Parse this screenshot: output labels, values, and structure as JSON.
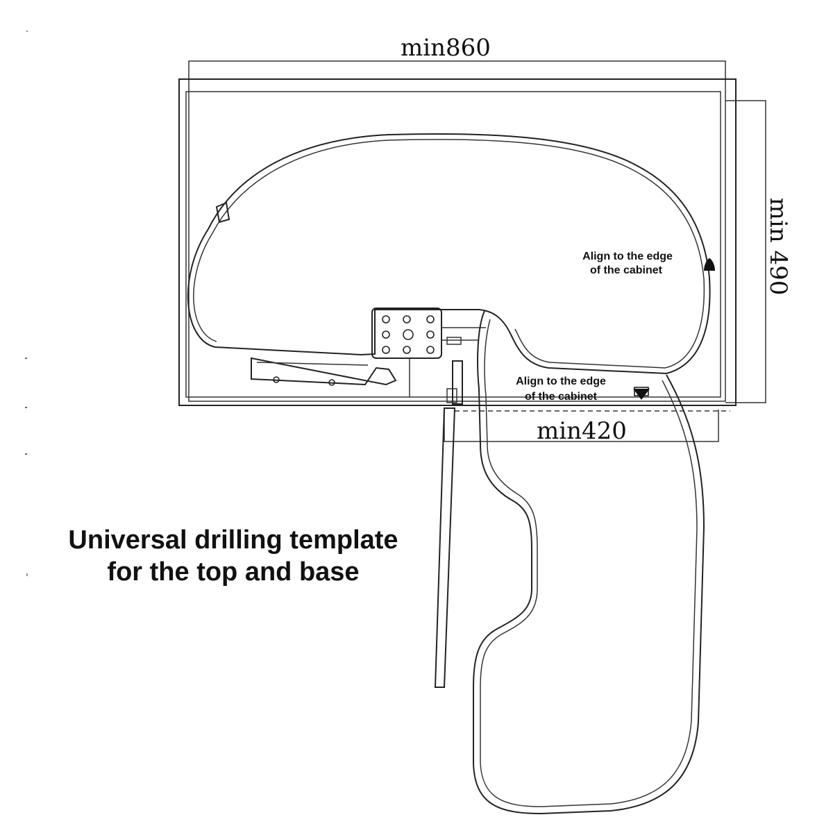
{
  "dimensions": {
    "width_label": "min860",
    "depth_label": "min 490",
    "door_label": "min420"
  },
  "annotations": {
    "align_upper_line1": "Align to the edge",
    "align_upper_line2": "of the cabinet",
    "align_lower_line1": "Align to the edge",
    "align_lower_line2": "of the cabinet"
  },
  "title": {
    "line1": "Universal drilling template",
    "line2": "for the top and base"
  },
  "colors": {
    "ink": "#222222",
    "background": "#ffffff"
  }
}
